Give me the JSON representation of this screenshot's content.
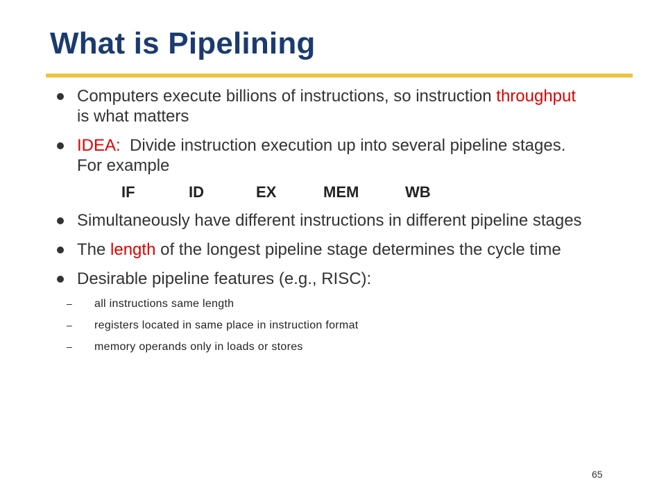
{
  "slide": {
    "title": "What is Pipelining",
    "page_number": "65",
    "accent_color": "#f2c230",
    "title_color": "#1b3b6f",
    "highlight_color": "#e00000"
  },
  "bullets": [
    {
      "before": "Computers execute billions of instructions, so instruction ",
      "highlight": "throughput",
      "after": " is what matters"
    },
    {
      "before": "",
      "highlight": "IDEA:",
      "after": "  Divide instruction execution up into several pipeline stages. For example"
    },
    {
      "before": "Simultaneously have different instructions in different pipeline stages",
      "highlight": "",
      "after": ""
    },
    {
      "before": "The ",
      "highlight": "length",
      "after": " of the longest pipeline stage determines the cycle time"
    },
    {
      "before": "Desirable pipeline features (e.g., RISC):",
      "highlight": "",
      "after": ""
    }
  ],
  "stages": [
    "IF",
    "ID",
    "EX",
    "MEM",
    "WB"
  ],
  "subbullets": [
    {
      "dash": "–",
      "text": "all instructions same length"
    },
    {
      "dash": "–",
      "text": "registers located in same place in instruction format"
    },
    {
      "dash": "–",
      "text": "memory operands only in loads or stores"
    }
  ]
}
